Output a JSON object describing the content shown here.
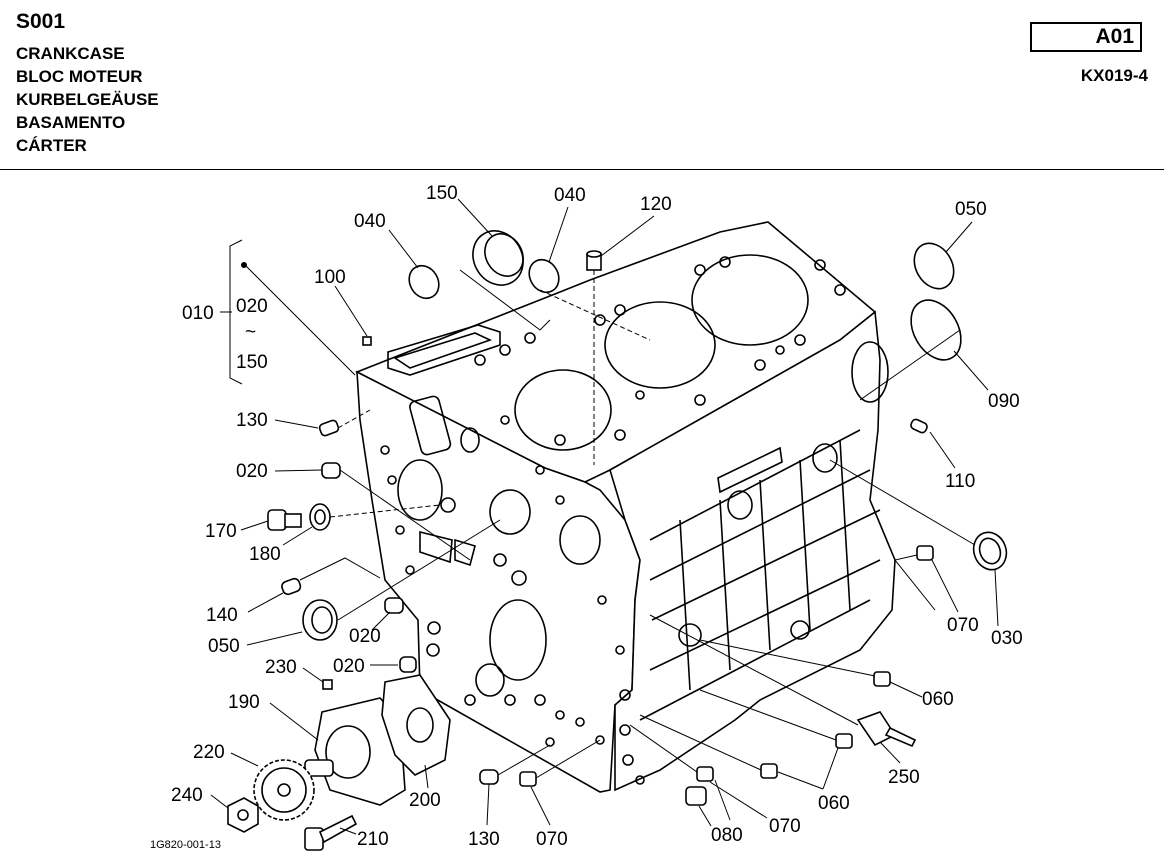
{
  "header": {
    "code": "S001",
    "titles": [
      "CRANKCASE",
      "BLOC MOTEUR",
      "KURBELGEÄUSE",
      "BASAMENTO",
      "CÁRTER"
    ],
    "page_ref": "A01",
    "model": "KX019-4"
  },
  "diagram": {
    "drawing_number": "1G820-001-13",
    "group_label": {
      "main": "010",
      "top": "020",
      "tilde": "~",
      "bottom": "150"
    },
    "callouts": [
      "150",
      "040",
      "040",
      "120",
      "050",
      "100",
      "090",
      "130",
      "110",
      "020",
      "170",
      "180",
      "140",
      "050",
      "020",
      "020",
      "070",
      "030",
      "230",
      "190",
      "060",
      "220",
      "250",
      "240",
      "200",
      "060",
      "210",
      "130",
      "070",
      "080",
      "070"
    ]
  }
}
